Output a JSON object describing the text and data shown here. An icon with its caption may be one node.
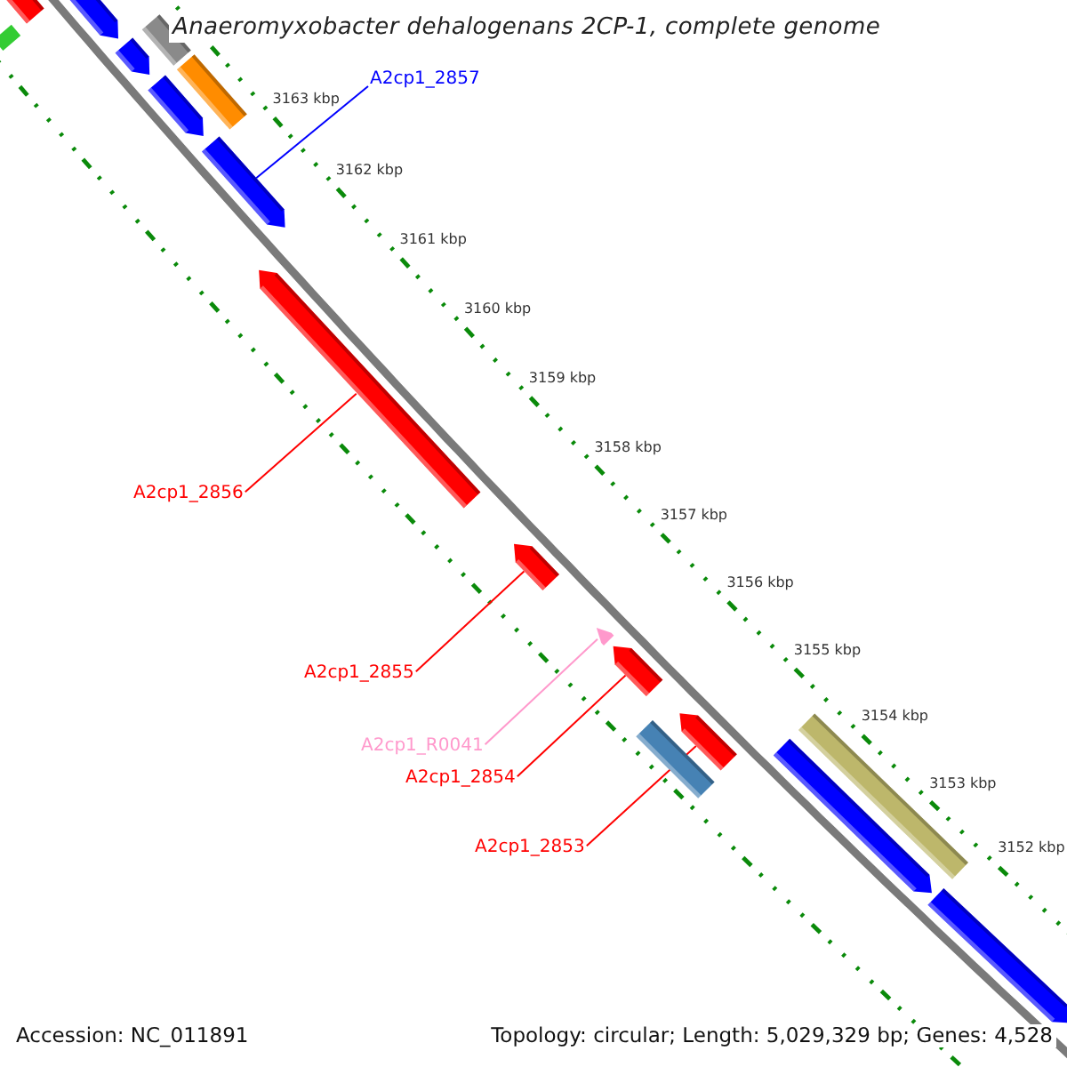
{
  "diagram": {
    "title": "Anaeromyxobacter dehalogenans 2CP-1, complete genome",
    "nodes": [
      {
        "text": [
          "A2cp1_2857"
        ]
      },
      {
        "text": [],
        "shape": "arrow"
      },
      {
        "text": [
          "A2cp1_2856"
        ]
      },
      {
        "text": [],
        "shape": "arrow"
      },
      {
        "text": [
          "A2cp1_2855"
        ]
      },
      {
        "text": [],
        "shape": "arrow"
      },
      {
        "text": [
          "A2cp1_R0041"
        ]
      },
      {
        "text": [],
        "shape": "arrow"
      },
      {
        "text": [
          "A2cp1_2854"
        ]
      },
      {
        "text": [],
        "shape": "arrow"
      },
      {
        "text": [
          "A2cp1_2853"
        ]
      },
      {
        "text": [],
        "shape": "arrow"
      },
      {
        "text": [],
        "shape": "box"
      },
      {
        "text": [],
        "shape": "arrow"
      },
      {
        "text": [],
        "shape": "arrow"
      },
      {
        "text": [],
        "shape": "arrow"
      },
      {
        "text": [],
        "shape": "box"
      },
      {
        "text": [],
        "shape": "arrow"
      },
      {
        "text": [],
        "shape": "box"
      },
      {
        "text": [],
        "shape": "box"
      },
      {
        "text": [],
        "shape": "box"
      },
      {
        "text": [],
        "shape": "arrow"
      },
      {
        "text": [],
        "shape": "arrow"
      }
    ],
    "edges": [
      {
        "from": 0,
        "to": 1,
        "arrow": "none",
        "color": "#0000ff"
      },
      {
        "from": 2,
        "to": 3,
        "arrow": "none"
      },
      {
        "from": 4,
        "to": 5,
        "arrow": "none"
      },
      {
        "from": 6,
        "to": 7,
        "arrow": "none",
        "color": "#ff99cc"
      },
      {
        "from": 8,
        "to": 9,
        "arrow": "none"
      },
      {
        "from": 10,
        "to": 11,
        "arrow": "none"
      }
    ],
    "labels": [
      "3163 kbp",
      "3162 kbp",
      "3161 kbp",
      "3160 kbp",
      "3159 kbp",
      "3158 kbp",
      "3157 kbp",
      "3156 kbp",
      "3155 kbp",
      "3154 kbp",
      "3153 kbp",
      "3152 kbp",
      "Accession: NC_011891",
      "Topology: circular; Length: 5,029,329 bp; Genes: 4,528"
    ]
  }
}
